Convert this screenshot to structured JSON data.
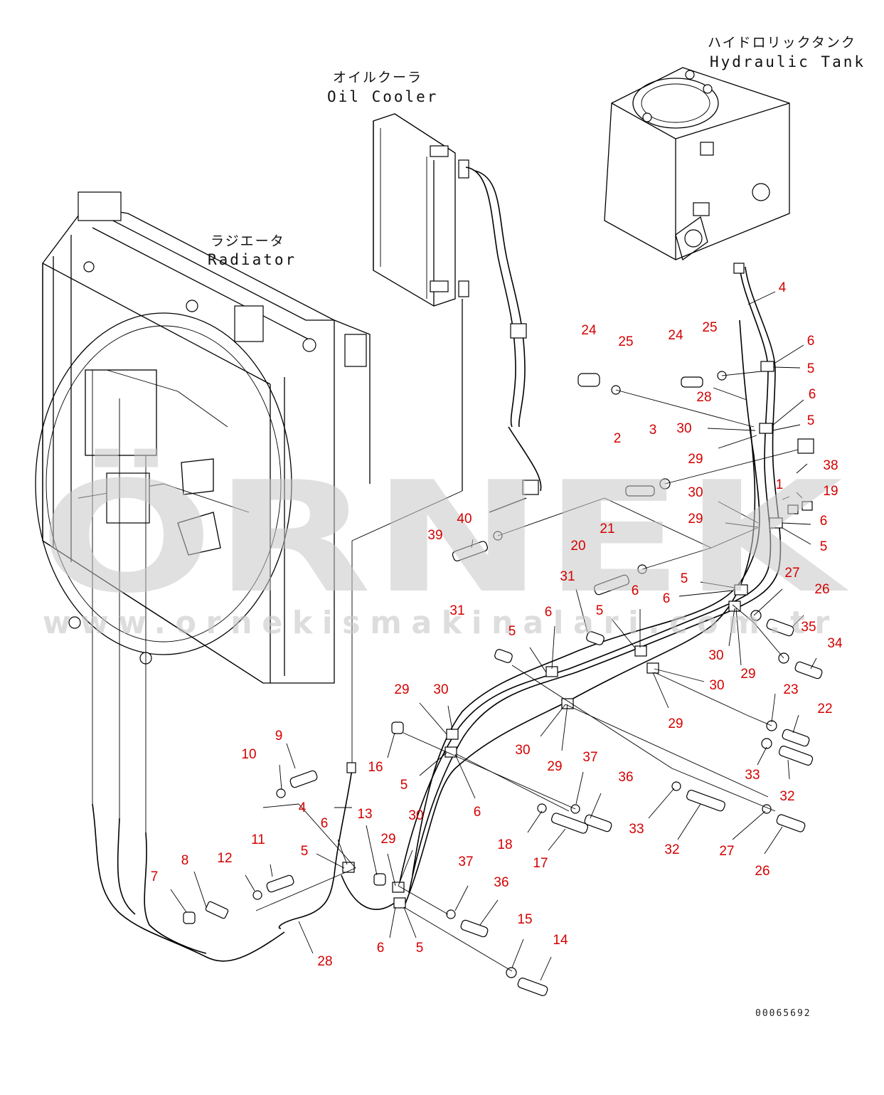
{
  "components": {
    "hydraulic_tank": {
      "jp": "ハイドロリックタンク",
      "en": "Hydraulic Tank"
    },
    "oil_cooler": {
      "jp": "オイルクーラ",
      "en": "Oil Cooler"
    },
    "radiator": {
      "jp": "ラジエータ",
      "en": "Radiator"
    }
  },
  "watermark": {
    "brand": "ÖRNEK",
    "url": "www.ornekismakinalari.com.tr"
  },
  "drawing_id": "00065692",
  "callouts": [
    "4",
    "6",
    "5",
    "24",
    "25",
    "24",
    "25",
    "28",
    "6",
    "5",
    "30",
    "29",
    "2",
    "3",
    "38",
    "1",
    "19",
    "30",
    "29",
    "6",
    "5",
    "40",
    "39",
    "21",
    "20",
    "27",
    "31",
    "6",
    "5",
    "6",
    "26",
    "35",
    "31",
    "6",
    "5",
    "5",
    "30",
    "29",
    "34",
    "30",
    "29",
    "23",
    "22",
    "29",
    "30",
    "30",
    "29",
    "37",
    "16",
    "5",
    "6",
    "33",
    "32",
    "9",
    "10",
    "4",
    "13",
    "36",
    "18",
    "17",
    "33",
    "32",
    "27",
    "26",
    "6",
    "5",
    "30",
    "11",
    "12",
    "29",
    "8",
    "7",
    "37",
    "36",
    "15",
    "14",
    "28",
    "6",
    "5"
  ],
  "colors": {
    "callout": "#d40000",
    "line": "#000000",
    "watermark": "#c8c8c8"
  }
}
